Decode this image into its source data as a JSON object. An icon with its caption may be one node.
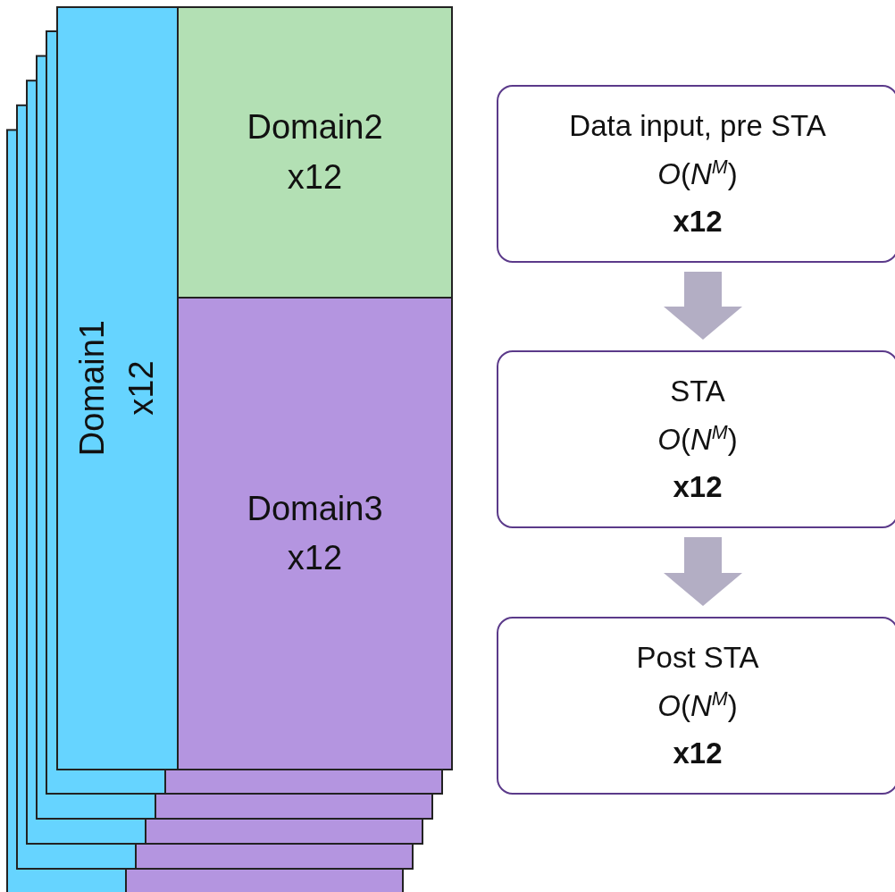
{
  "diagram": {
    "nodes": [
      {
        "text": [
          "Domain1 x12"
        ]
      },
      {
        "text": [
          "Domain2 x12"
        ]
      },
      {
        "text": [
          "Domain3 x12"
        ]
      },
      {
        "text": [
          "Data input, pre STA",
          "*O*(*N*$^{M}$)",
          "x12"
        ]
      },
      {
        "text": [
          "STA",
          "*O*(*N*$^{M}$)",
          "x12"
        ]
      },
      {
        "text": [
          "Post STA",
          "*O*(*N*$^{M}$)",
          "x12"
        ]
      }
    ],
    "edges": [
      {
        "from": 3,
        "to": 4,
        "arrow": "to"
      },
      {
        "from": 4,
        "to": 5,
        "arrow": "to"
      }
    ]
  }
}
